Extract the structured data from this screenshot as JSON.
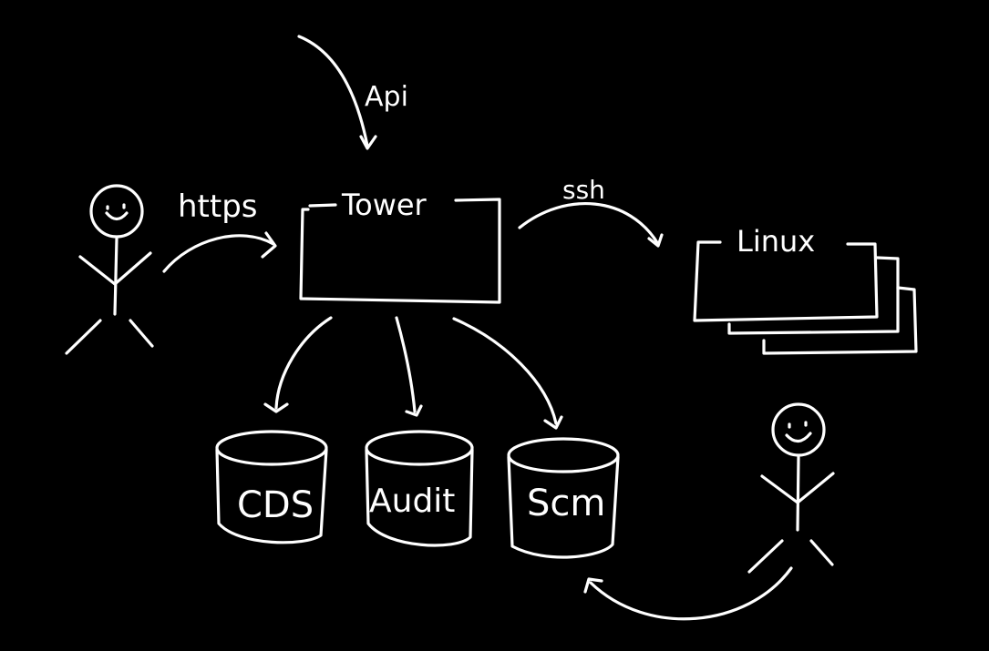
{
  "colors": {
    "background": "#000000",
    "ink": "#ffffff"
  },
  "labels": {
    "api": "Api",
    "https": "https",
    "ssh": "ssh",
    "tower": "Tower",
    "linux": "Linux"
  },
  "databases": [
    {
      "label": "CDS"
    },
    {
      "label": "Audit"
    },
    {
      "label": "Scm"
    }
  ],
  "icons": {
    "user_left": "stick-figure-icon",
    "user_right": "stick-figure-icon"
  }
}
